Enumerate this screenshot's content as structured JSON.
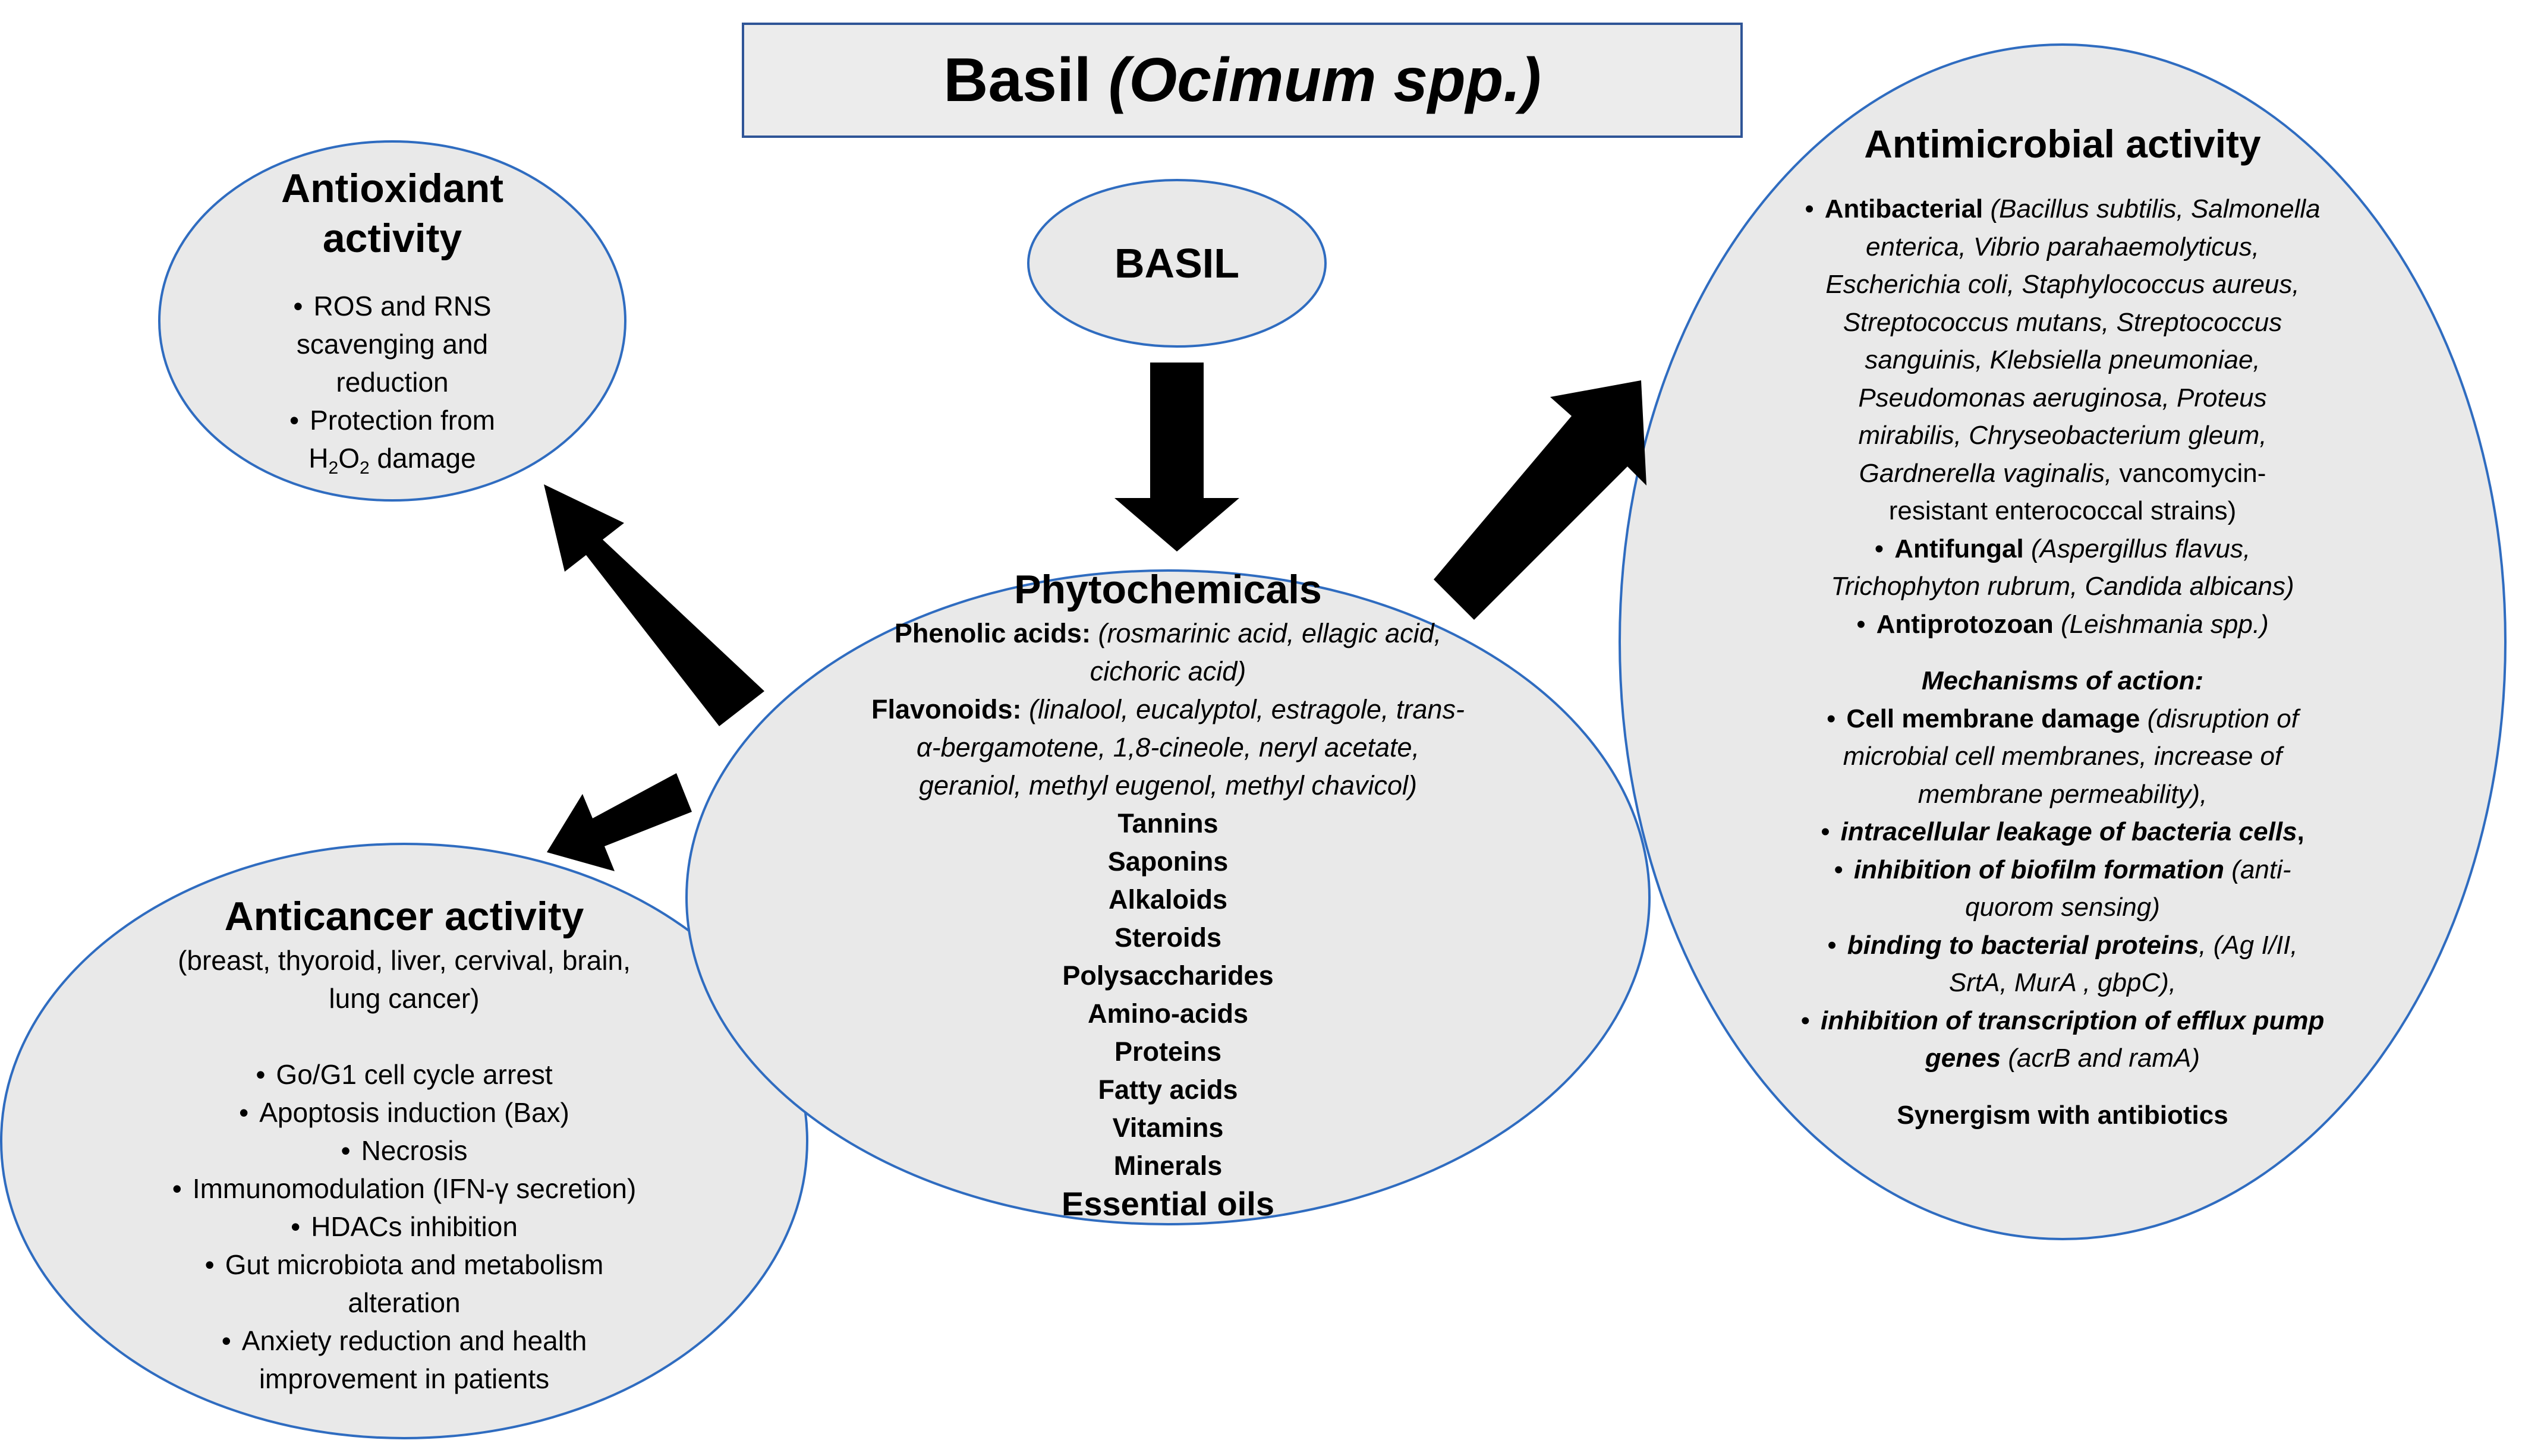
{
  "colors": {
    "shape_fill": "#e9e9e9",
    "shape_stroke": "#2f6cc0",
    "arrow": "#000000",
    "title_fill": "#ececec",
    "title_stroke": "#2f5597"
  },
  "title": {
    "name": "Basil",
    "latin": "(Ocimum spp.)"
  },
  "center": {
    "label": "BASIL"
  },
  "antioxidant": {
    "heading_line1": "Antioxidant",
    "heading_line2": "activity",
    "items": [
      {
        "lines": [
          "ROS and RNS",
          "scavenging and",
          "reduction"
        ]
      },
      {
        "lines": [
          "Protection from"
        ],
        "formula": {
          "h": "H",
          "s1": "2",
          "o": "O",
          "s2": "2",
          "rest": " damage"
        }
      }
    ]
  },
  "phytochemicals": {
    "heading": "Phytochemicals",
    "phenolic": {
      "label": "Phenolic acids:",
      "line1": "(rosmarinic acid, ellagic acid,",
      "line2": "cichoric acid)"
    },
    "flavonoids": {
      "label": "Flavonoids:",
      "line1": "(linalool, eucalyptol, estragole, trans-",
      "line2": "α-bergamotene, 1,8-cineole, neryl acetate,",
      "line3": "geraniol, methyl eugenol, methyl chavicol)"
    },
    "classes": [
      "Tannins",
      "Saponins",
      "Alkaloids",
      "Steroids",
      "Polysaccharides",
      "Amino-acids",
      "Proteins",
      "Fatty acids",
      "Vitamins",
      "Minerals"
    ],
    "last": "Essential oils"
  },
  "anticancer": {
    "heading": "Anticancer activity",
    "sub_line1": "(breast, thyoroid, liver, cervival, brain,",
    "sub_line2": "lung cancer)",
    "items": [
      [
        "Go/G1 cell cycle arrest"
      ],
      [
        "Apoptosis induction (Bax)"
      ],
      [
        "Necrosis"
      ],
      [
        "Immunomodulation (IFN-γ secretion)"
      ],
      [
        "HDACs inhibition"
      ],
      [
        "Gut microbiota and metabolism",
        "alteration"
      ],
      [
        "Anxiety reduction and health",
        "improvement in patients"
      ]
    ]
  },
  "antimicrobial": {
    "heading": "Antimicrobial activity",
    "antibacterial": {
      "label": "Antibacterial",
      "l1": "(Bacillus subtilis, Salmonella",
      "l2": "enterica, Vibrio parahaemolyticus,",
      "l3": "Escherichia coli, Staphylococcus aureus,",
      "l4": "Streptococcus mutans, Streptococcus",
      "l5": "sanguinis, Klebsiella pneumoniae,",
      "l6": "Pseudomonas aeruginosa, Proteus",
      "l7": "mirabilis, Chryseobacterium gleum,",
      "l8": "Gardnerella vaginalis,",
      "l8b": " vancomycin-",
      "l9": "resistant enterococcal strains)"
    },
    "antifungal": {
      "label": "Antifungal",
      "l1": "(Aspergillus flavus,",
      "l2": "Trichophyton rubrum, Candida albicans)"
    },
    "antiprotozoan": {
      "label": "Antiprotozoan",
      "rest": "(Leishmania spp.)"
    },
    "mechanisms_heading": "Mechanisms of action:",
    "mech1": {
      "bold": "Cell membrane damage",
      "l1": "(disruption of",
      "l2": "microbial cell membranes, increase of",
      "l3": "membrane permeability),"
    },
    "mech2": {
      "bold": "intracellular leakage of bacteria cells",
      "tail": ","
    },
    "mech3": {
      "bold": "inhibition of biofilm formation",
      "l1": "(anti-",
      "l2": "quorom sensing)"
    },
    "mech4": {
      "bold": "binding to bacterial proteins",
      "l1": ",  (Ag I/II,",
      "l2": "SrtA,  MurA , gbpC),"
    },
    "mech5": {
      "bold1": "inhibition of transcription of efflux pump",
      "bold2": "genes",
      "rest": " (acrB and ramA)"
    },
    "synergism": "Synergism with antibiotics"
  }
}
